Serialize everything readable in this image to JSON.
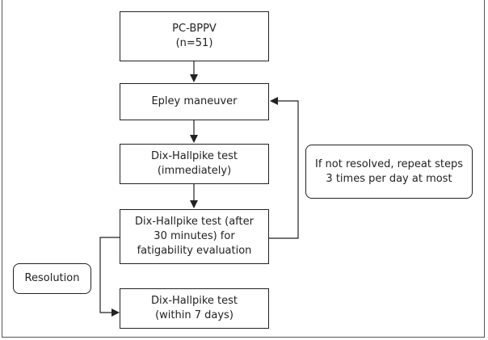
{
  "diagram": {
    "start": {
      "line1": "PC-BPPV",
      "line2": "(n=51)"
    },
    "epley": {
      "label": "Epley maneuver"
    },
    "dh_immediate": {
      "line1": "Dix-Hallpike test",
      "line2": "(immediately)"
    },
    "dh_fatigue": {
      "line1": "Dix-Hallpike test (after",
      "line2": "30 minutes) for",
      "line3": "fatigability evaluation"
    },
    "dh_7days": {
      "line1": "Dix-Hallpike test",
      "line2": "(within 7 days)"
    },
    "repeat_note": {
      "line1": "If not resolved, repeat steps",
      "line2": "3 times per day at most"
    },
    "resolution_note": {
      "label": "Resolution"
    }
  }
}
